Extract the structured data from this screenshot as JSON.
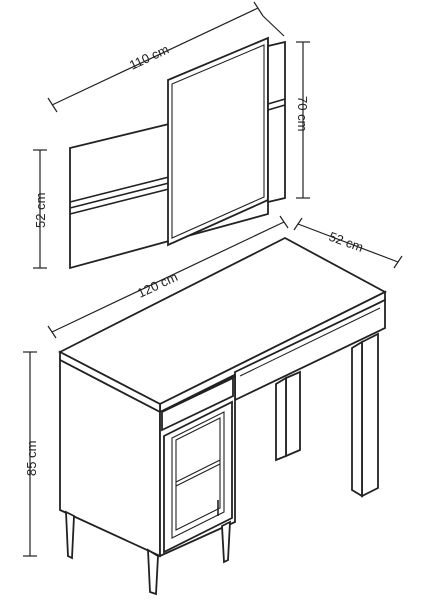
{
  "dimensions": {
    "mirror_width": "110 cm",
    "mirror_height": "70 cm",
    "shelf_height": "52 cm",
    "desk_width": "120 cm",
    "desk_depth": "52 cm",
    "desk_height": "85 cm"
  }
}
